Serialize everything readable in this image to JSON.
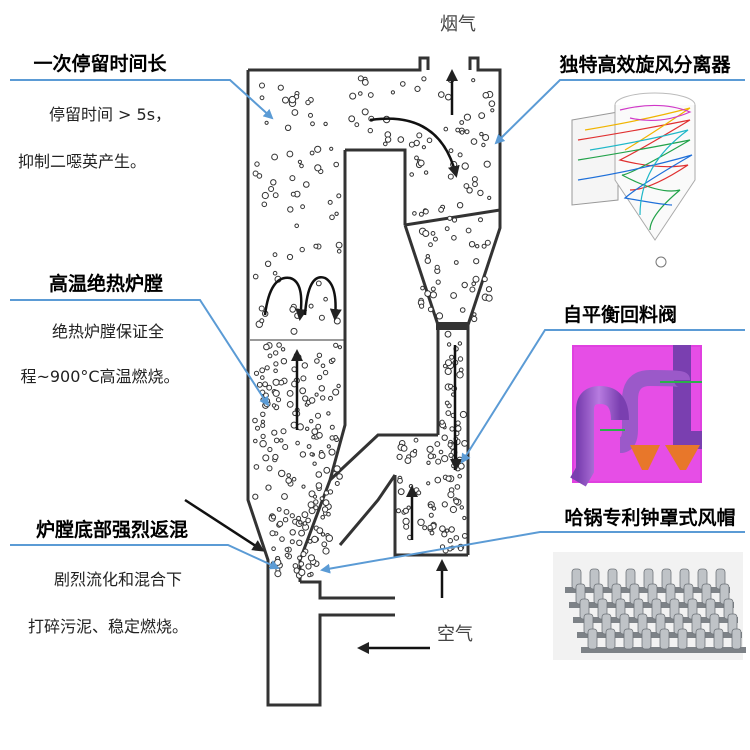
{
  "labels": {
    "flue_gas": "烟气",
    "air": "空气"
  },
  "features": [
    {
      "title": "一次停留时间长",
      "lines": [
        "停留时间 > 5s，",
        "抑制二噁英产生。"
      ]
    },
    {
      "title": "高温绝热炉膛",
      "lines": [
        "绝热炉膛保证全",
        "程~900°C高温燃烧。"
      ]
    },
    {
      "title": "炉膛底部强烈返混",
      "lines": [
        "剧烈流化和混合下",
        "打碎污泥、稳定燃烧。"
      ]
    },
    {
      "title": "独特高效旋风分离器",
      "lines": []
    },
    {
      "title": "自平衡回料阀",
      "lines": []
    },
    {
      "title": "哈锅专利钟罩式风帽",
      "lines": []
    }
  ],
  "colors": {
    "callout_line": "#5b9bd5",
    "outline": "#333333",
    "valve_purple": "#9b59c9",
    "valve_bg": "#e040e0",
    "valve_orange": "#e8772a",
    "cap_grey": "#bfc3c7"
  }
}
